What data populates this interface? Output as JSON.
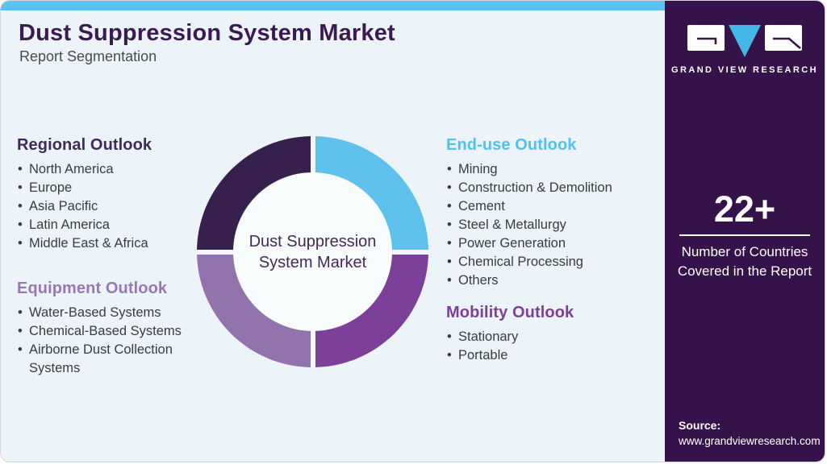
{
  "header": {
    "title": "Dust Suppression System Market",
    "subtitle": "Report Segmentation"
  },
  "sections": {
    "regional": {
      "heading": "Regional Outlook",
      "color": "#3e2b58",
      "items": [
        "North America",
        "Europe",
        "Asia Pacific",
        "Latin America",
        "Middle East & Africa"
      ]
    },
    "equipment": {
      "heading": "Equipment Outlook",
      "color": "#9678b6",
      "items": [
        "Water-Based Systems",
        "Chemical-Based Systems",
        "Airborne Dust Collection Systems"
      ]
    },
    "end_use": {
      "heading": "End-use Outlook",
      "color": "#4fc1ef",
      "items": [
        "Mining",
        "Construction & Demolition",
        "Cement",
        "Steel & Metallurgy",
        "Power Generation",
        "Chemical Processing",
        "Others"
      ]
    },
    "mobility": {
      "heading": "Mobility Outlook",
      "color": "#7d3f98",
      "items": [
        "Stationary",
        "Portable"
      ]
    }
  },
  "chart_data": {
    "type": "pie",
    "donut": true,
    "title": "Dust Suppression System Market segmentation donut",
    "center_label_lines": [
      "Dust Suppression",
      "System Market"
    ],
    "legend_position": "none",
    "segments": [
      {
        "label": "End-use Outlook",
        "value": 25,
        "color": "#5ec2ec"
      },
      {
        "label": "Mobility Outlook",
        "value": 25,
        "color": "#7c4098"
      },
      {
        "label": "Equipment Outlook",
        "value": 25,
        "color": "#9273ae"
      },
      {
        "label": "Regional Outlook",
        "value": 25,
        "color": "#37204e"
      }
    ]
  },
  "sidebar": {
    "background": "#36124b",
    "logo_name": "GRAND VIEW RESEARCH",
    "stat": {
      "value": "22+",
      "label_line1": "Number of Countries",
      "label_line2": "Covered in the Report"
    },
    "source_label": "Source:",
    "source_url": "www.grandviewresearch.com"
  },
  "theme": {
    "top_bar_color": "#5dc1ef",
    "card_bg": "#edf4f9",
    "title_color": "#3b1a53",
    "logo_triangle_color": "#44b7e8"
  }
}
